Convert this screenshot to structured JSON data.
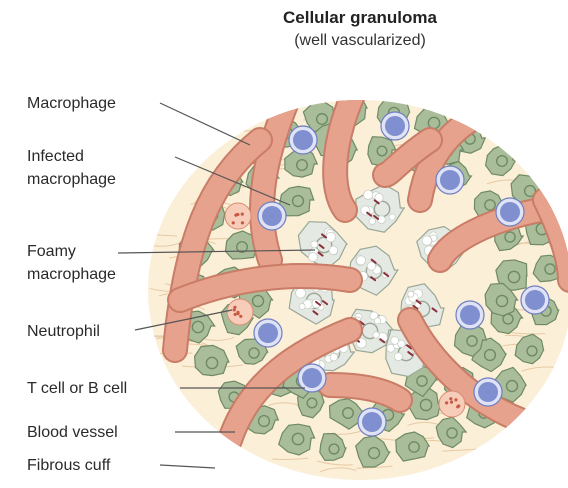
{
  "diagram": {
    "title": "Cellular granuloma",
    "subtitle": "(well vascularized)",
    "labels": {
      "macrophage": "Macrophage",
      "infected_line1": "Infected",
      "infected_line2": "macrophage",
      "foamy_line1": "Foamy",
      "foamy_line2": "macrophage",
      "neutrophil": "Neutrophil",
      "lymphocyte": "T cell or B cell",
      "blood_vessel": "Blood vessel",
      "fibrous_cuff": "Fibrous cuff"
    },
    "colors": {
      "cuff": "#fbefd8",
      "cuff_fiber": "#e8c9a2",
      "macrophage_fill": "#a9bd9b",
      "macrophage_stroke": "#6f8a63",
      "foamy_fill": "#e5e9e3",
      "lymphocyte_fill": "#7f8fcf",
      "vessel_fill": "#e6a28c",
      "neutrophil_fill": "#f7cdb9",
      "leader_line": "#555555"
    }
  }
}
